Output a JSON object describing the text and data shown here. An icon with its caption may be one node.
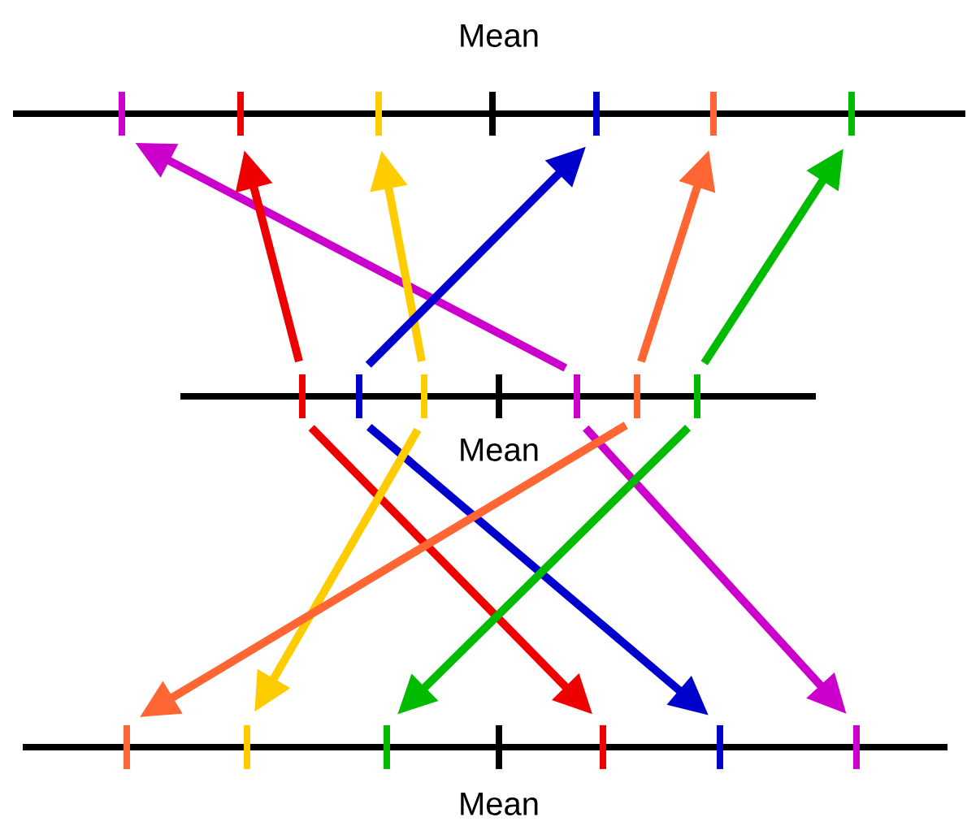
{
  "diagram": {
    "nodes": [
      {
        "text": [],
        "shape": "bar"
      },
      {
        "text": [],
        "shape": "bar"
      },
      {
        "text": [],
        "shape": "bar"
      },
      {
        "text": [],
        "shape": "bar"
      },
      {
        "text": [],
        "shape": "bar"
      },
      {
        "text": [],
        "shape": "bar"
      },
      {
        "text": [],
        "shape": "bar"
      },
      {
        "text": [],
        "shape": "bar"
      },
      {
        "text": [],
        "shape": "bar"
      },
      {
        "text": [],
        "shape": "bar"
      },
      {
        "text": [],
        "shape": "bar"
      },
      {
        "text": [],
        "shape": "bar"
      },
      {
        "text": [],
        "shape": "bar"
      },
      {
        "text": [],
        "shape": "bar"
      },
      {
        "text": [],
        "shape": "bar"
      },
      {
        "text": [],
        "shape": "bar"
      },
      {
        "text": [],
        "shape": "bar"
      },
      {
        "text": [],
        "shape": "bar"
      },
      {
        "text": [],
        "shape": "bar"
      },
      {
        "text": [],
        "shape": "bar"
      },
      {
        "text": [],
        "shape": "bar"
      }
    ],
    "edges": [
      {
        "from": 11,
        "to": 0,
        "arrow": "to",
        "color": "#cc00cc"
      },
      {
        "from": 7,
        "to": 1,
        "arrow": "to",
        "color": "#ee0000"
      },
      {
        "from": 9,
        "to": 2,
        "arrow": "to",
        "color": "#ffcc00"
      },
      {
        "from": 8,
        "to": 4,
        "arrow": "to",
        "color": "#0000cc"
      },
      {
        "from": 12,
        "to": 5,
        "arrow": "to",
        "color": "#ff6633"
      },
      {
        "from": 13,
        "to": 6,
        "arrow": "to",
        "color": "#00bb00"
      },
      {
        "from": 7,
        "to": 18,
        "arrow": "to",
        "color": "#ee0000"
      },
      {
        "from": 8,
        "to": 19,
        "arrow": "to",
        "color": "#0000cc"
      },
      {
        "from": 9,
        "to": 15,
        "arrow": "to",
        "color": "#ffcc00"
      },
      {
        "from": 11,
        "to": 20,
        "arrow": "to",
        "color": "#cc00cc"
      },
      {
        "from": 12,
        "to": 14,
        "arrow": "to",
        "color": "#ff6633"
      },
      {
        "from": 13,
        "to": 16,
        "arrow": "to",
        "color": "#00bb00"
      }
    ],
    "labels": [
      "Mean",
      "Mean",
      "Mean"
    ]
  }
}
